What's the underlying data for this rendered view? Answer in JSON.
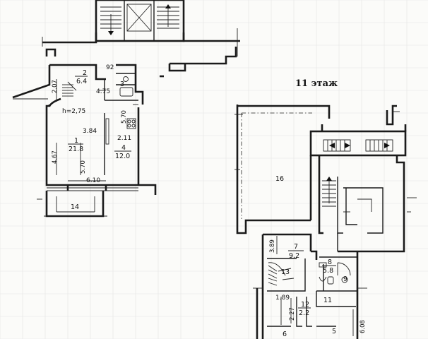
{
  "floor_title": "11 этаж",
  "ceiling_height": "h=2,75",
  "left_unit": {
    "dims": {
      "d_207": "2.07",
      "d_92": "92",
      "d_475": "4.75",
      "d_384": "3.84",
      "d_570_top": "5.70",
      "d_211": "2.11",
      "d_467": "4.67",
      "d_570_left": "5.70",
      "d_610": "6.10"
    },
    "rooms": [
      {
        "id": "2",
        "area": "6.4"
      },
      {
        "id": "3",
        "area": ""
      },
      {
        "id": "1",
        "area": "21.8"
      },
      {
        "id": "4",
        "area": "12.0"
      },
      {
        "id": "14",
        "area": ""
      }
    ]
  },
  "right_unit": {
    "dims": {
      "d_389": "3.89",
      "d_189": "1.89",
      "d_227": "2.27",
      "d_608": "6.08"
    },
    "rooms": [
      {
        "id": "16",
        "area": ""
      },
      {
        "id": "7",
        "area": "9.2"
      },
      {
        "id": "8",
        "area": "5.8"
      },
      {
        "id": "13",
        "area": ""
      },
      {
        "id": "9",
        "area": ""
      },
      {
        "id": "12",
        "area": "2.2"
      },
      {
        "id": "11",
        "area": ""
      },
      {
        "id": "6",
        "area": ""
      },
      {
        "id": "5",
        "area": ""
      }
    ]
  }
}
